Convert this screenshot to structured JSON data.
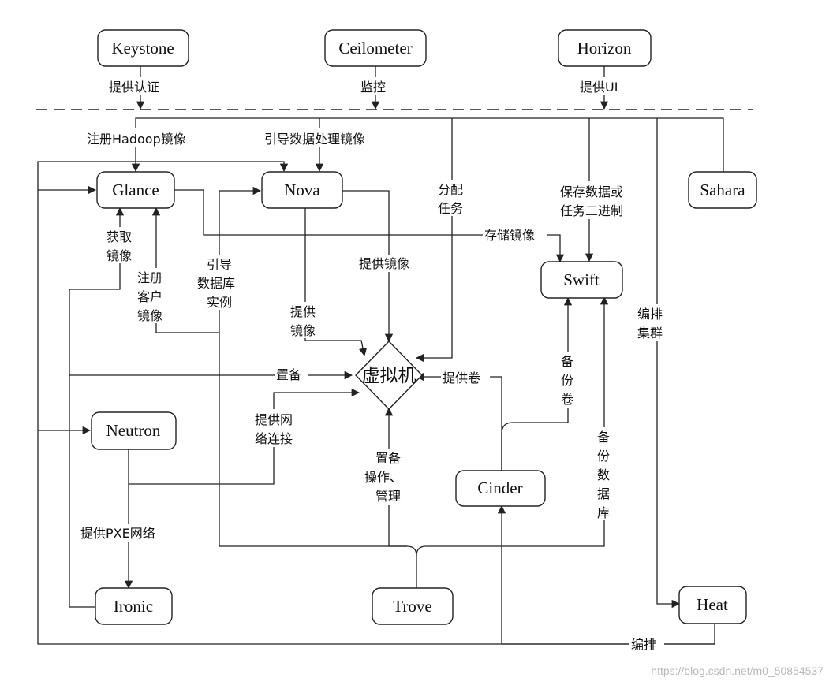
{
  "nodes": {
    "keystone": "Keystone",
    "ceilometer": "Ceilometer",
    "horizon": "Horizon",
    "glance": "Glance",
    "nova": "Nova",
    "sahara": "Sahara",
    "swift": "Swift",
    "vm": "虚拟机",
    "neutron": "Neutron",
    "cinder": "Cinder",
    "ironic": "Ironic",
    "trove": "Trove",
    "heat": "Heat"
  },
  "labels": {
    "auth": "提供认证",
    "monitor": "监控",
    "ui": "提供UI",
    "register_hadoop": "注册Hadoop镜像",
    "boot_data_image": "引导数据处理镜像",
    "assign_task_1": "分配",
    "assign_task_2": "任务",
    "save_data_1": "保存数据或",
    "save_data_2": "任务二进制",
    "store_image": "存储镜像",
    "get_image_1": "获取",
    "get_image_2": "镜像",
    "reg_client_1": "注册",
    "reg_client_2": "客户",
    "reg_client_3": "镜像",
    "boot_db_1": "引导",
    "boot_db_2": "数据库",
    "boot_db_3": "实例",
    "provide_image": "提供镜像",
    "provide_image2_1": "提供",
    "provide_image2_2": "镜像",
    "orchestrate_1": "编排",
    "orchestrate_2": "集群",
    "provision": "置备",
    "provide_volume": "提供卷",
    "backup_vol_1": "备",
    "backup_vol_2": "份",
    "backup_vol_3": "卷",
    "network_1": "提供网",
    "network_2": "络连接",
    "prov_ops_1": "置备",
    "prov_ops_2": "操作、",
    "prov_ops_3": "管理",
    "backup_db_1": "备",
    "backup_db_2": "份",
    "backup_db_3": "数",
    "backup_db_4": "据",
    "backup_db_5": "库",
    "pxe": "提供PXE网络",
    "orchestrate_bottom": "编排"
  },
  "watermark": "https://blog.csdn.net/m0_50854537"
}
